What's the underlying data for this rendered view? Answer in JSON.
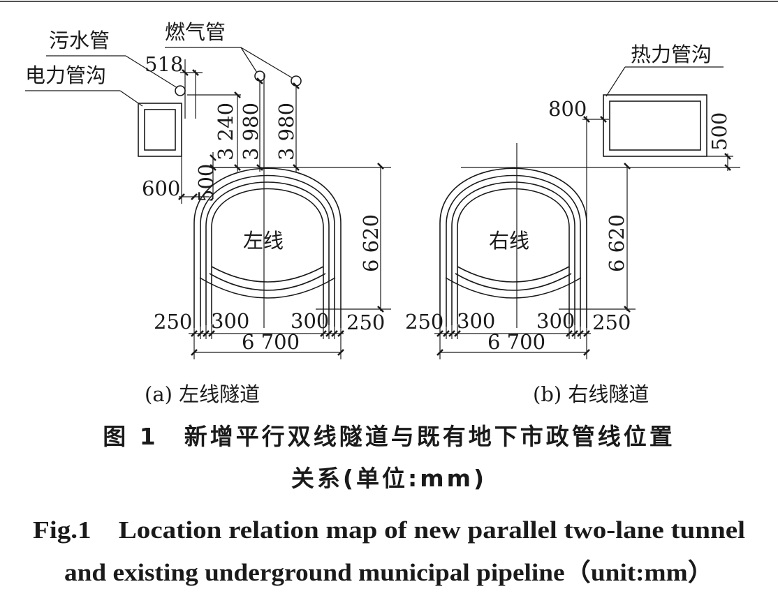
{
  "figure": {
    "labels": {
      "sewer_pipe": "污水管",
      "gas_pipe": "燃气管",
      "power_trench": "电力管沟",
      "heat_trench": "热力管沟",
      "left_line": "左线",
      "right_line": "右线"
    },
    "dimensions": {
      "d518": "518",
      "d3240": "3 240",
      "d3980a": "3 980",
      "d3980b": "3 980",
      "d600": "600",
      "d500_left": "500",
      "d6620_left": "6 620",
      "d6620_right": "6 620",
      "d800": "800",
      "d500_right": "500",
      "d250_ll": "250",
      "d300_ll": "300",
      "d300_lr": "300",
      "d250_lr": "250",
      "d6700_left": "6 700",
      "d250_rl": "250",
      "d300_rl": "300",
      "d300_rr": "300",
      "d250_rr": "250",
      "d6700_right": "6 700"
    },
    "subcaptions": {
      "a": "(a) 左线隧道",
      "b": "(b) 右线隧道"
    },
    "caption": {
      "cn_line1": "图 1　新增平行双线隧道与既有地下市政管线位置",
      "cn_line2": "关系(单位:mm)",
      "en_line1": "Fig.1　Location relation map of new parallel two-lane tunnel",
      "en_line2": "and existing underground municipal pipeline（unit:mm）"
    }
  }
}
